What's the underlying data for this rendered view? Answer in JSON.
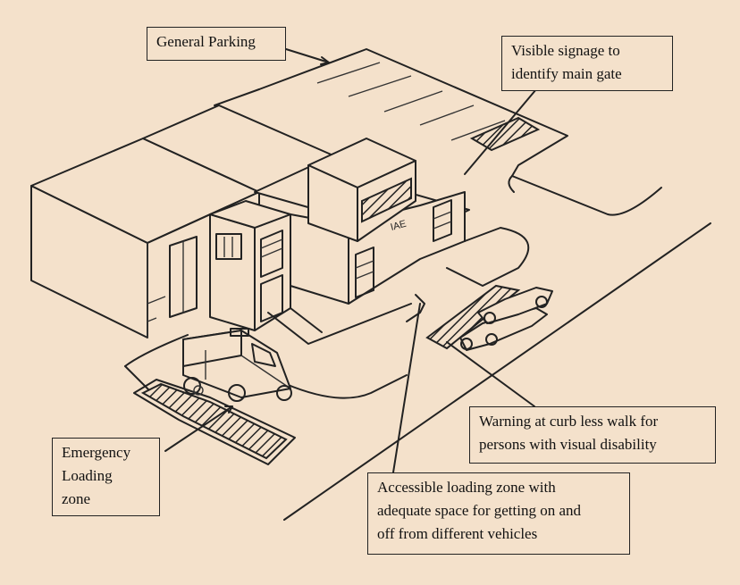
{
  "labels": {
    "general_parking": "General Parking",
    "visible_signage": "Visible signage to\nidentify main gate",
    "warning_curb": "Warning at curb less walk for\npersons with visual disability",
    "emergency_zone": "Emergency\nLoading\nzone",
    "accessible_zone": "Accessible loading zone with\nadequate space for getting on and\noff from different vehicles"
  },
  "colors": {
    "background": "#f4e1cb",
    "ink": "#222222"
  }
}
